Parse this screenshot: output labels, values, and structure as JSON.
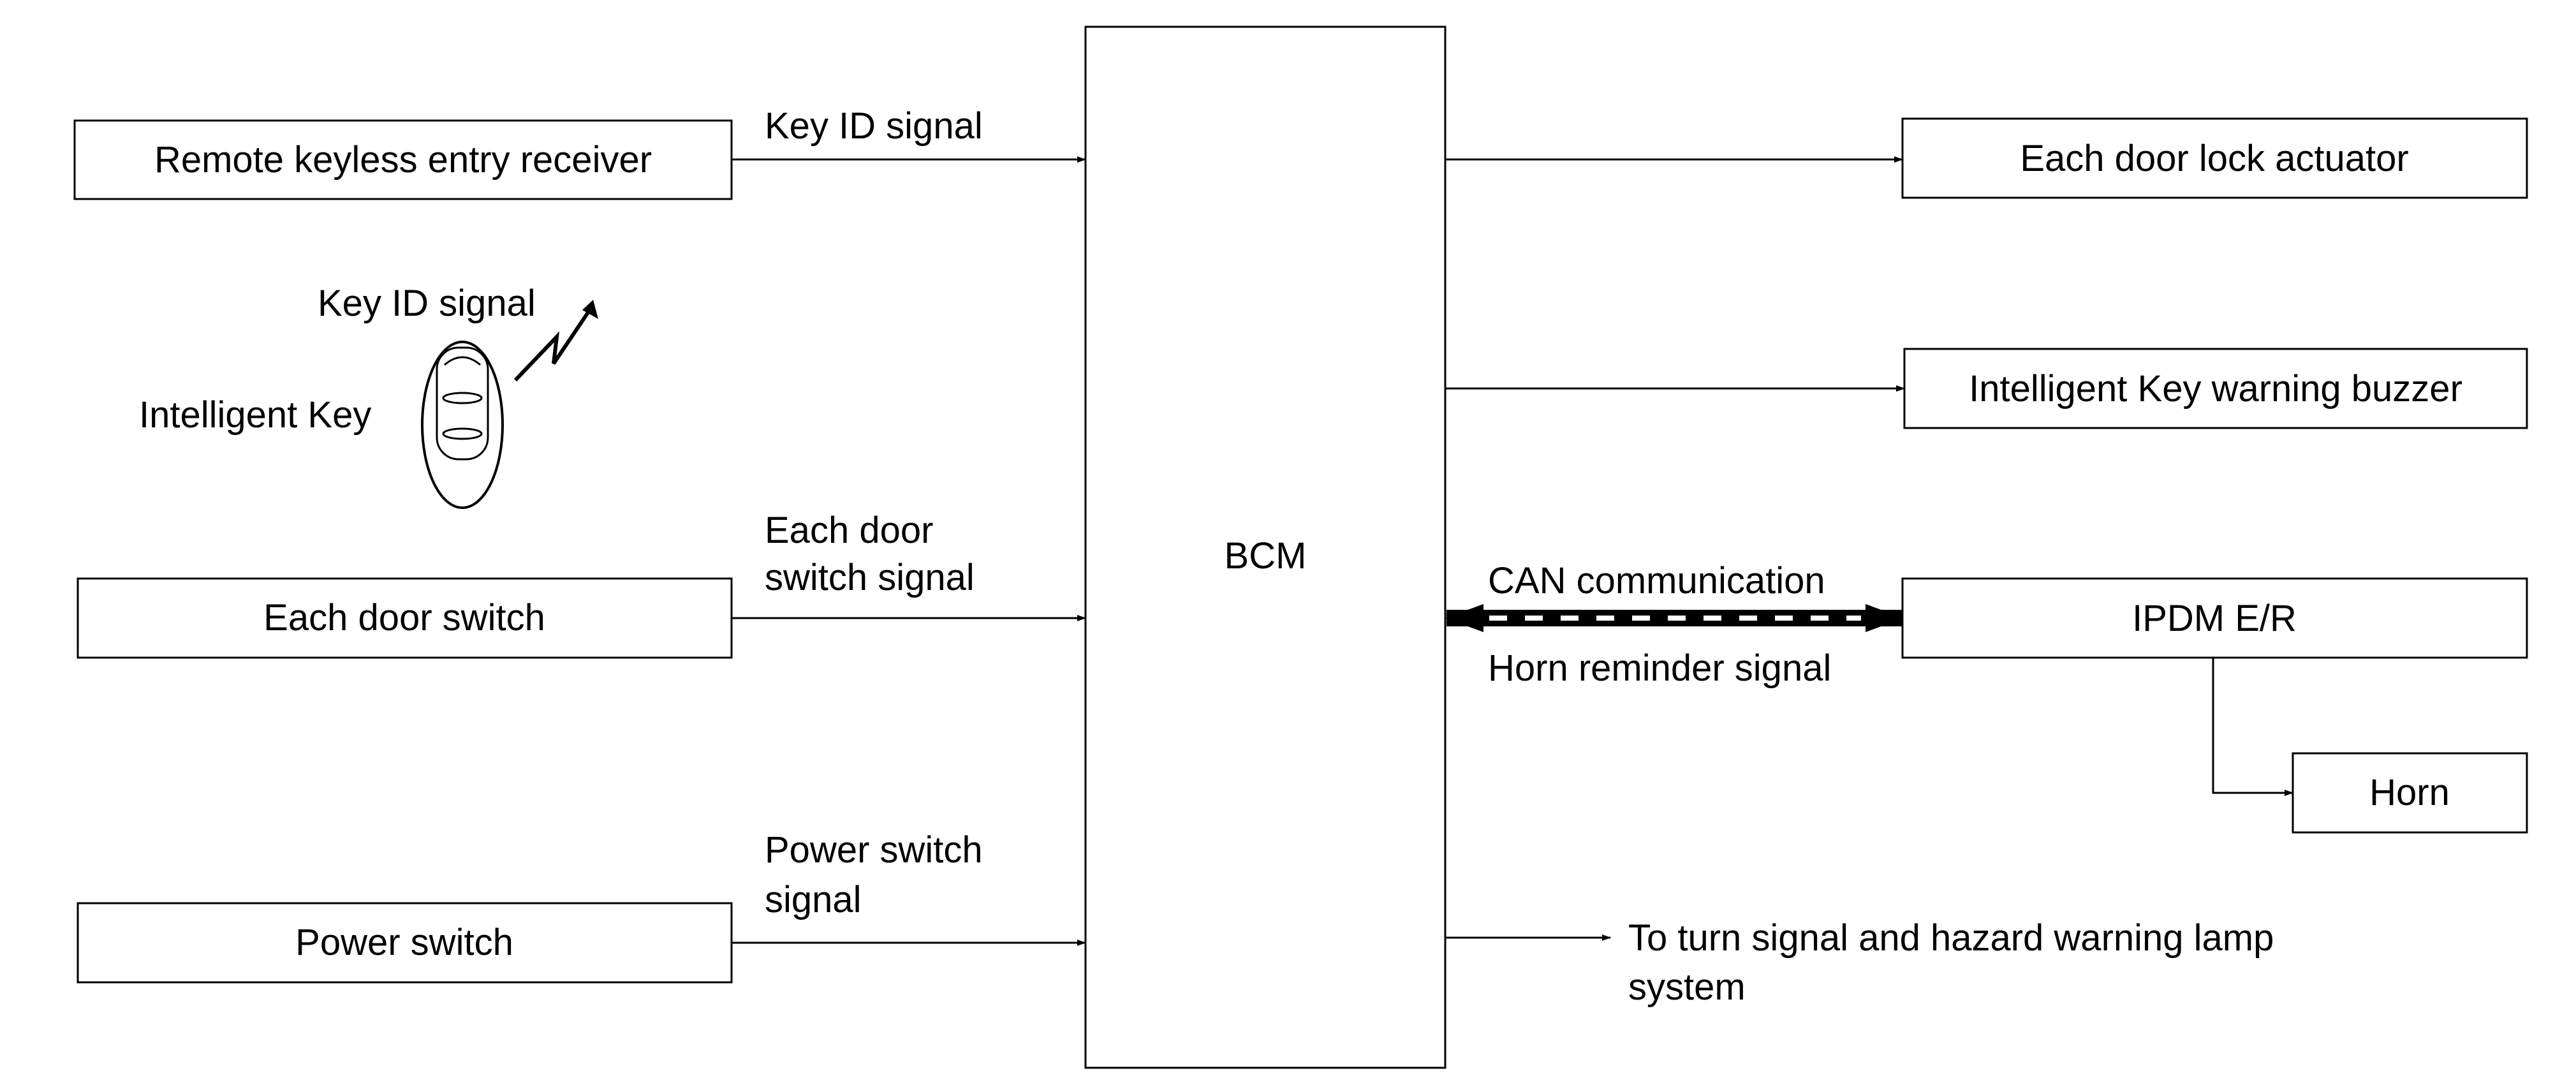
{
  "bcm": {
    "label": "BCM"
  },
  "inputs": {
    "remote_receiver": {
      "label": "Remote keyless entry receiver",
      "signal": "Key ID signal"
    },
    "intelligent_key": {
      "label": "Intelligent Key",
      "signal": "Key ID signal"
    },
    "door_switch": {
      "label": "Each door switch",
      "signal_line1": "Each door",
      "signal_line2": "switch signal"
    },
    "power_switch": {
      "label": "Power switch",
      "signal_line1": "Power switch",
      "signal_line2": "signal"
    }
  },
  "outputs": {
    "door_lock_actuator": {
      "label": "Each door lock actuator"
    },
    "warning_buzzer": {
      "label": "Intelligent Key warning buzzer"
    },
    "ipdm": {
      "label": "IPDM E/R",
      "can_label": "CAN communication",
      "signal": "Horn reminder signal"
    },
    "horn": {
      "label": "Horn"
    },
    "turn_signal": {
      "line1": "To turn signal and hazard warning lamp",
      "line2": "system"
    }
  },
  "colors": {
    "line": "#000000",
    "background": "#ffffff"
  }
}
